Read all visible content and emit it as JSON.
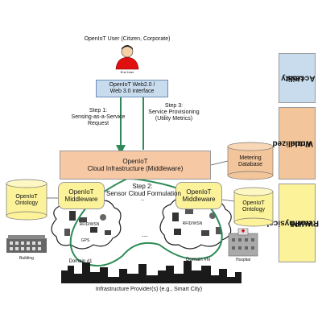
{
  "top": {
    "user_title": "OpenIoT User (Citizen, Corporate)",
    "user_caption": "End User",
    "web_interface_line1": "OpenIoT Web2.0 /",
    "web_interface_line2": "Web 3.0 interface"
  },
  "steps": {
    "step1_line1": "Step 1:",
    "step1_line2": "Sensing-as-a-Service",
    "step1_line3": "Request",
    "step3_line1": "Step 3:",
    "step3_line2": "Service Provisioning",
    "step3_line3": "(Utility Metrics)",
    "step2_line1": "Step 2:",
    "step2_line2": "Sensor Cloud Formulation",
    "step2_line3": "..."
  },
  "cloud_infrastructure": {
    "line1": "OpenIoT",
    "line2": "Cloud Infrastructure (Middleware)"
  },
  "metering_db": {
    "line1": "Metering",
    "line2": "Database"
  },
  "ontology_left": {
    "line1": "OpenIoT",
    "line2": "Ontology"
  },
  "ontology_right": {
    "line1": "OpenIoT",
    "line2": "Ontology"
  },
  "middleware_left": {
    "line1": "OpenIoT",
    "line2": "Middleware"
  },
  "middleware_right": {
    "line1": "OpenIoT",
    "line2": "Middleware"
  },
  "devices": {
    "rfid_left": "RFID/WSN",
    "rfid_right": "RFID/WSN",
    "gps_left": "GPS",
    "ellipsis": "...",
    "building": "Building",
    "hospital": "Hospital"
  },
  "domains": {
    "domain1": "Domain #1",
    "domainN": "Domain #N"
  },
  "bottom_caption": "Infrastructure Provider(s) (e.g., Smart City)",
  "layers": {
    "utility_line1": "Utility",
    "utility_line2": "Access",
    "virtualized_line1": "Virtualized",
    "virtualized_line2": "World",
    "physical_line1": "Real/Physical",
    "physical_line2": "World"
  },
  "colors": {
    "utility_band": "#c9dcee",
    "virtualized_band": "#f3c59a",
    "physical_band": "#fbf29a",
    "cloud_box": "#f7c8a4",
    "middleware_box": "#fbf29a",
    "database": "#f3c59a",
    "ontology": "#fbf29a",
    "web_box": "#c9dcee",
    "arrow": "#2e8b57"
  }
}
